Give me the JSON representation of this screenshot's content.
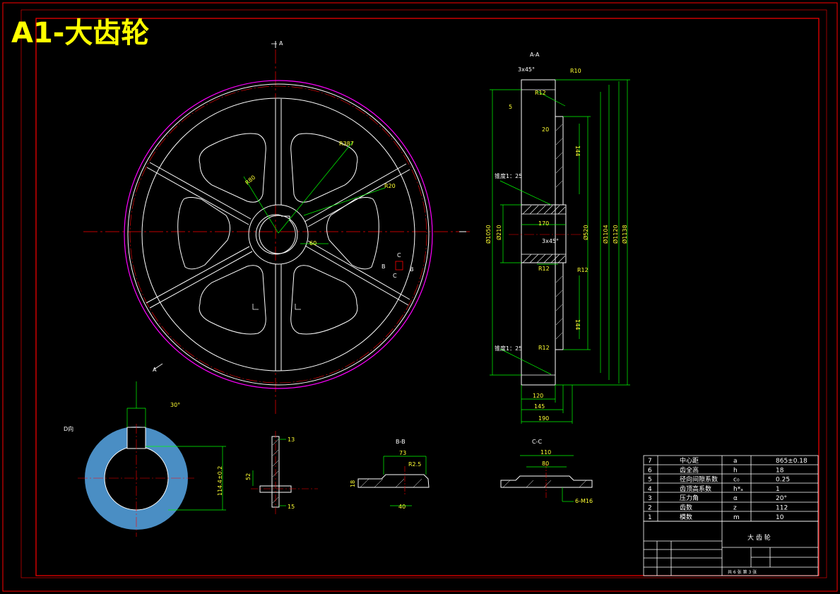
{
  "title": "A1-大齿轮",
  "colors": {
    "frame": "#ff0000",
    "outline": "#ffffff",
    "dimension": "#00ff00",
    "text": "#ffff33",
    "centerline": "#ff0000",
    "rim": "#ff00ff",
    "hatch": "#4a8ec4"
  },
  "front_view": {
    "section_marks": [
      "A",
      "A",
      "B",
      "B",
      "C",
      "C"
    ],
    "dims": {
      "r387": "R387",
      "r80": "R80",
      "r20": "R20",
      "d60": "60"
    }
  },
  "section_aa": {
    "label": "A-A",
    "chamfer_top": "3x45°",
    "chamfer_hub": "3x45°",
    "r10": "R10",
    "r12a": "R12",
    "r12b": "R12",
    "r12c": "R12",
    "r12d": "R12",
    "five": "5",
    "twenty": "20",
    "h144a": "144",
    "h144b": "144",
    "taper1": "锥度1：25",
    "taper2": "锥度1：25",
    "d1050": "Ø1050",
    "d210": "Ø210",
    "w170": "170",
    "d520": "Ø520",
    "d1104": "Ø1104",
    "d1120": "Ø1120",
    "d1138": "Ø1138",
    "w120": "120",
    "w145": "145",
    "w190": "190"
  },
  "detail_d": {
    "label": "D向",
    "angle": "30°",
    "dim": "114.4±0.2"
  },
  "spoke": {
    "d13": "13",
    "d15": "15",
    "d52": "52"
  },
  "section_bb": {
    "label": "B-B",
    "d73": "73",
    "r25": "R2.5",
    "d40": "40",
    "d18": "18"
  },
  "section_cc": {
    "label": "C-C",
    "d110": "110",
    "d80": "80",
    "bolt": "6-M16"
  },
  "param_table": [
    {
      "no": "7",
      "name": "中心距",
      "sym": "a",
      "val": "865±0.18"
    },
    {
      "no": "6",
      "name": "齿全高",
      "sym": "h",
      "val": "18"
    },
    {
      "no": "5",
      "name": "径向间隙系数",
      "sym": "c₀",
      "val": "0.25"
    },
    {
      "no": "4",
      "name": "齿顶高系数",
      "sym": "h*ₐ",
      "val": "1"
    },
    {
      "no": "3",
      "name": "压力角",
      "sym": "α",
      "val": "20°"
    },
    {
      "no": "2",
      "name": "齿数",
      "sym": "z",
      "val": "112"
    },
    {
      "no": "1",
      "name": "模数",
      "sym": "m",
      "val": "10"
    }
  ],
  "title_block": {
    "part_name": "大 齿 轮",
    "sheets": "共 6 张  第 3 张"
  }
}
